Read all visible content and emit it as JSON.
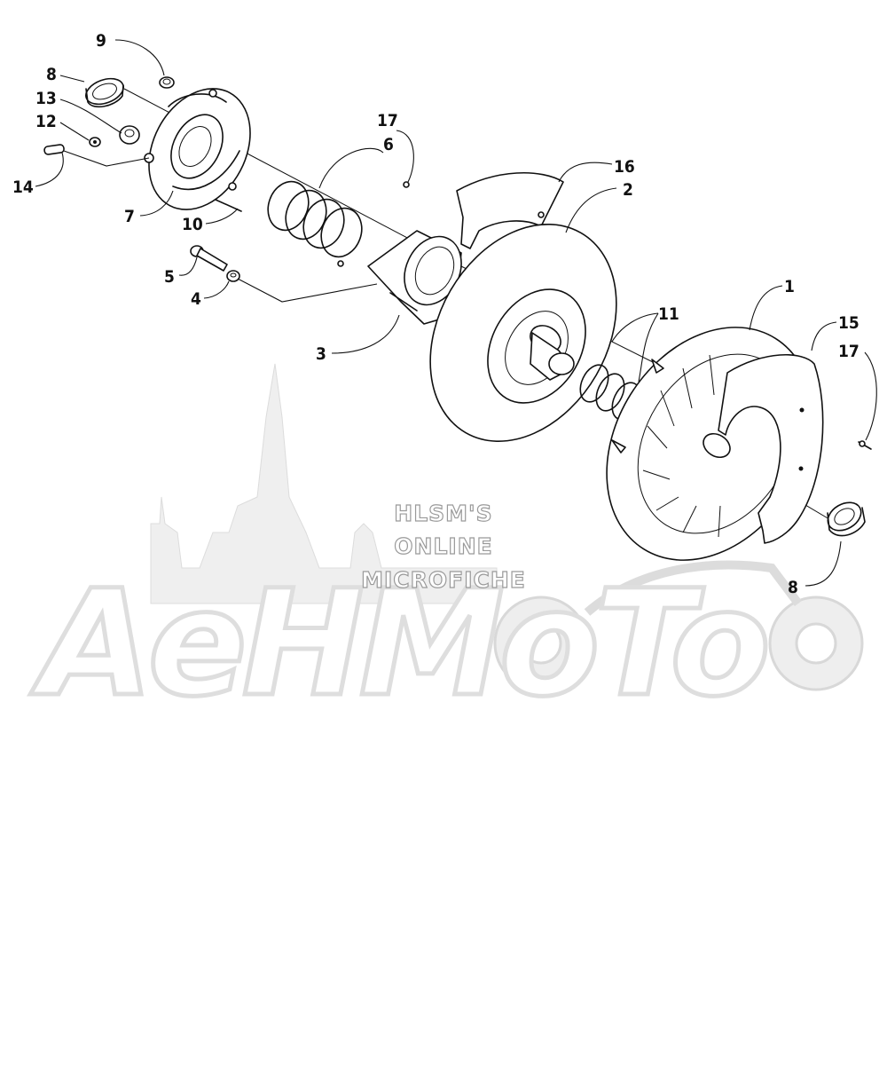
{
  "watermark": {
    "lines": [
      "HLSM'S",
      "ONLINE",
      "MICROFICHE"
    ],
    "brand": "AeHMoTo"
  },
  "part_labels": [
    {
      "id": "1",
      "text": "1"
    },
    {
      "id": "2",
      "text": "2"
    },
    {
      "id": "3",
      "text": "3"
    },
    {
      "id": "4",
      "text": "4"
    },
    {
      "id": "5",
      "text": "5"
    },
    {
      "id": "6",
      "text": "6"
    },
    {
      "id": "7",
      "text": "7"
    },
    {
      "id": "8a",
      "text": "8"
    },
    {
      "id": "8b",
      "text": "8"
    },
    {
      "id": "9",
      "text": "9"
    },
    {
      "id": "10",
      "text": "10"
    },
    {
      "id": "11",
      "text": "11"
    },
    {
      "id": "12",
      "text": "12"
    },
    {
      "id": "13",
      "text": "13"
    },
    {
      "id": "14",
      "text": "14"
    },
    {
      "id": "15",
      "text": "15"
    },
    {
      "id": "16",
      "text": "16"
    },
    {
      "id": "17a",
      "text": "17"
    },
    {
      "id": "17b",
      "text": "17"
    }
  ]
}
